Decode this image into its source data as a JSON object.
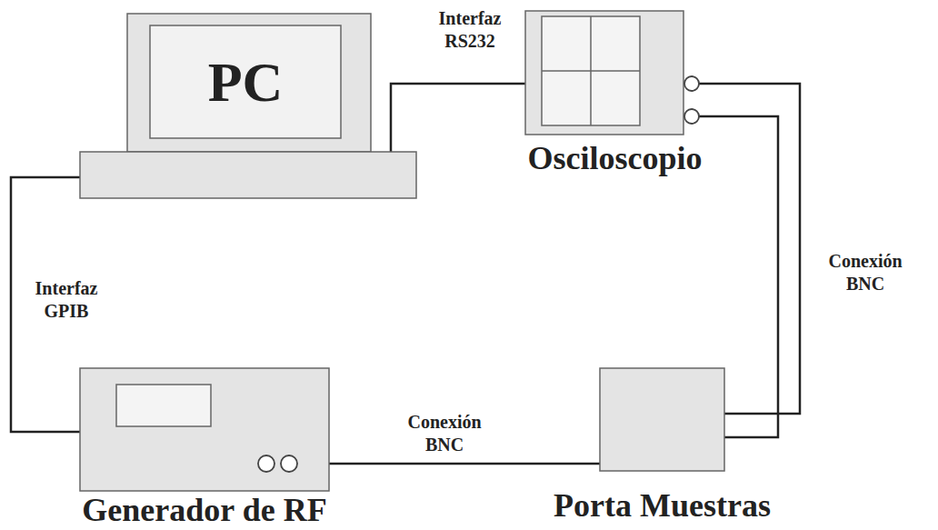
{
  "diagram": {
    "nodes": [
      {
        "text": [
          "PC"
        ]
      },
      {
        "text": [
          "Osciloscopio"
        ]
      },
      {
        "text": [
          "Generador de RF"
        ]
      },
      {
        "text": [
          "Porta Muestras"
        ]
      }
    ],
    "edges": [
      {
        "from": 0,
        "to": 1,
        "arrow": "none",
        "label": "Interfaz RS232"
      },
      {
        "from": 0,
        "to": 2,
        "arrow": "none",
        "label": "Interfaz GPIB"
      },
      {
        "from": 2,
        "to": 3,
        "arrow": "none",
        "label": "Conexión BNC"
      },
      {
        "from": 3,
        "to": 1,
        "arrow": "none",
        "label": "Conexión BNC"
      },
      {
        "from": 3,
        "to": 1,
        "arrow": "none"
      }
    ]
  }
}
